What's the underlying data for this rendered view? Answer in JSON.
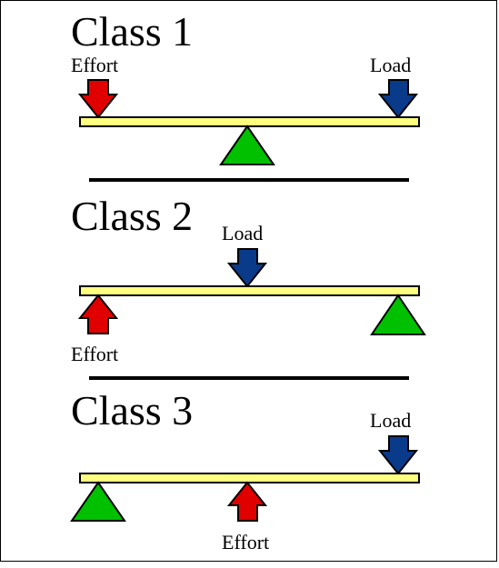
{
  "colors": {
    "beam": "#ffff80",
    "fulcrum": "#00c000",
    "effort_arrow": "#e00000",
    "load_arrow": "#0a3a8a",
    "divider": "#000000",
    "background": "#ffffff"
  },
  "classes": [
    {
      "title": "Class 1",
      "effort_label": "Effort",
      "load_label": "Load",
      "effort_direction": "down",
      "load_direction": "down"
    },
    {
      "title": "Class 2",
      "effort_label": "Effort",
      "load_label": "Load",
      "effort_direction": "up",
      "load_direction": "down"
    },
    {
      "title": "Class 3",
      "effort_label": "Effort",
      "load_label": "Load",
      "effort_direction": "up",
      "load_direction": "down"
    }
  ]
}
